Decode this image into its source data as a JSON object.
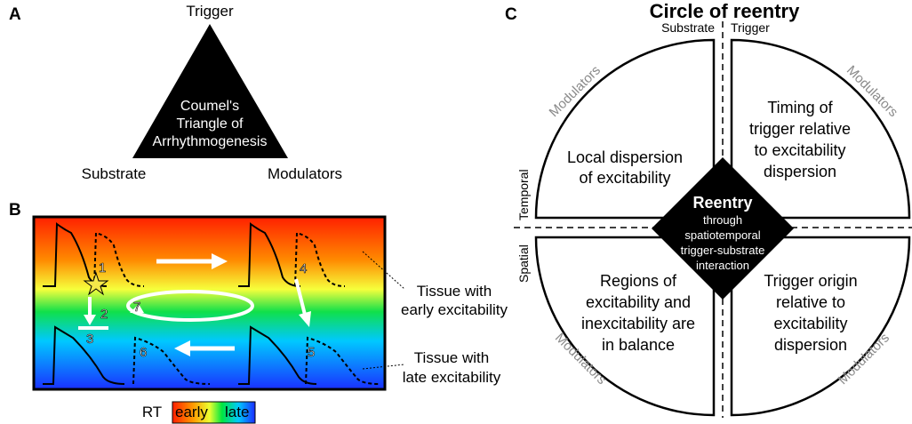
{
  "colors": {
    "black": "#000000",
    "white": "#ffffff",
    "modulators_gray": "#8a8a8a",
    "star": "#f5e84a",
    "gradient_stops": [
      "#ff1f00",
      "#ff8c00",
      "#f4ff3a",
      "#00e640",
      "#00c8ff",
      "#1a2cff"
    ]
  },
  "panel_a": {
    "letter": "A",
    "top": "Trigger",
    "bottom_left": "Substrate",
    "bottom_right": "Modulators",
    "center_lines": [
      "Coumel's",
      "Triangle of",
      "Arrhythmogenesis"
    ]
  },
  "panel_b": {
    "letter": "B",
    "numbers": [
      "1",
      "2",
      "3",
      "4",
      "5",
      "6",
      "7"
    ],
    "early_tissue": [
      "Tissue with",
      "early excitability"
    ],
    "late_tissue": [
      "Tissue with",
      "late excitability"
    ],
    "colorbar": {
      "label": "RT",
      "early": "early",
      "late": "late"
    }
  },
  "panel_c": {
    "letter": "C",
    "title": "Circle of reentry",
    "substrate": "Substrate",
    "trigger": "Trigger",
    "temporal": "Temporal",
    "spatial": "Spatial",
    "modulators": "Modulators",
    "top_left": [
      "Local dispersion",
      "of excitability"
    ],
    "top_right": [
      "Timing of",
      "trigger relative",
      "to excitability",
      "dispersion"
    ],
    "bottom_left": [
      "Regions of",
      "excitability and",
      "inexcitability are",
      "in balance"
    ],
    "bottom_right": [
      "Trigger origin",
      "relative to",
      "excitability",
      "dispersion"
    ],
    "center_title": "Reentry",
    "center_lines": [
      "through",
      "spatiotemporal",
      "trigger-substrate",
      "interaction"
    ]
  }
}
